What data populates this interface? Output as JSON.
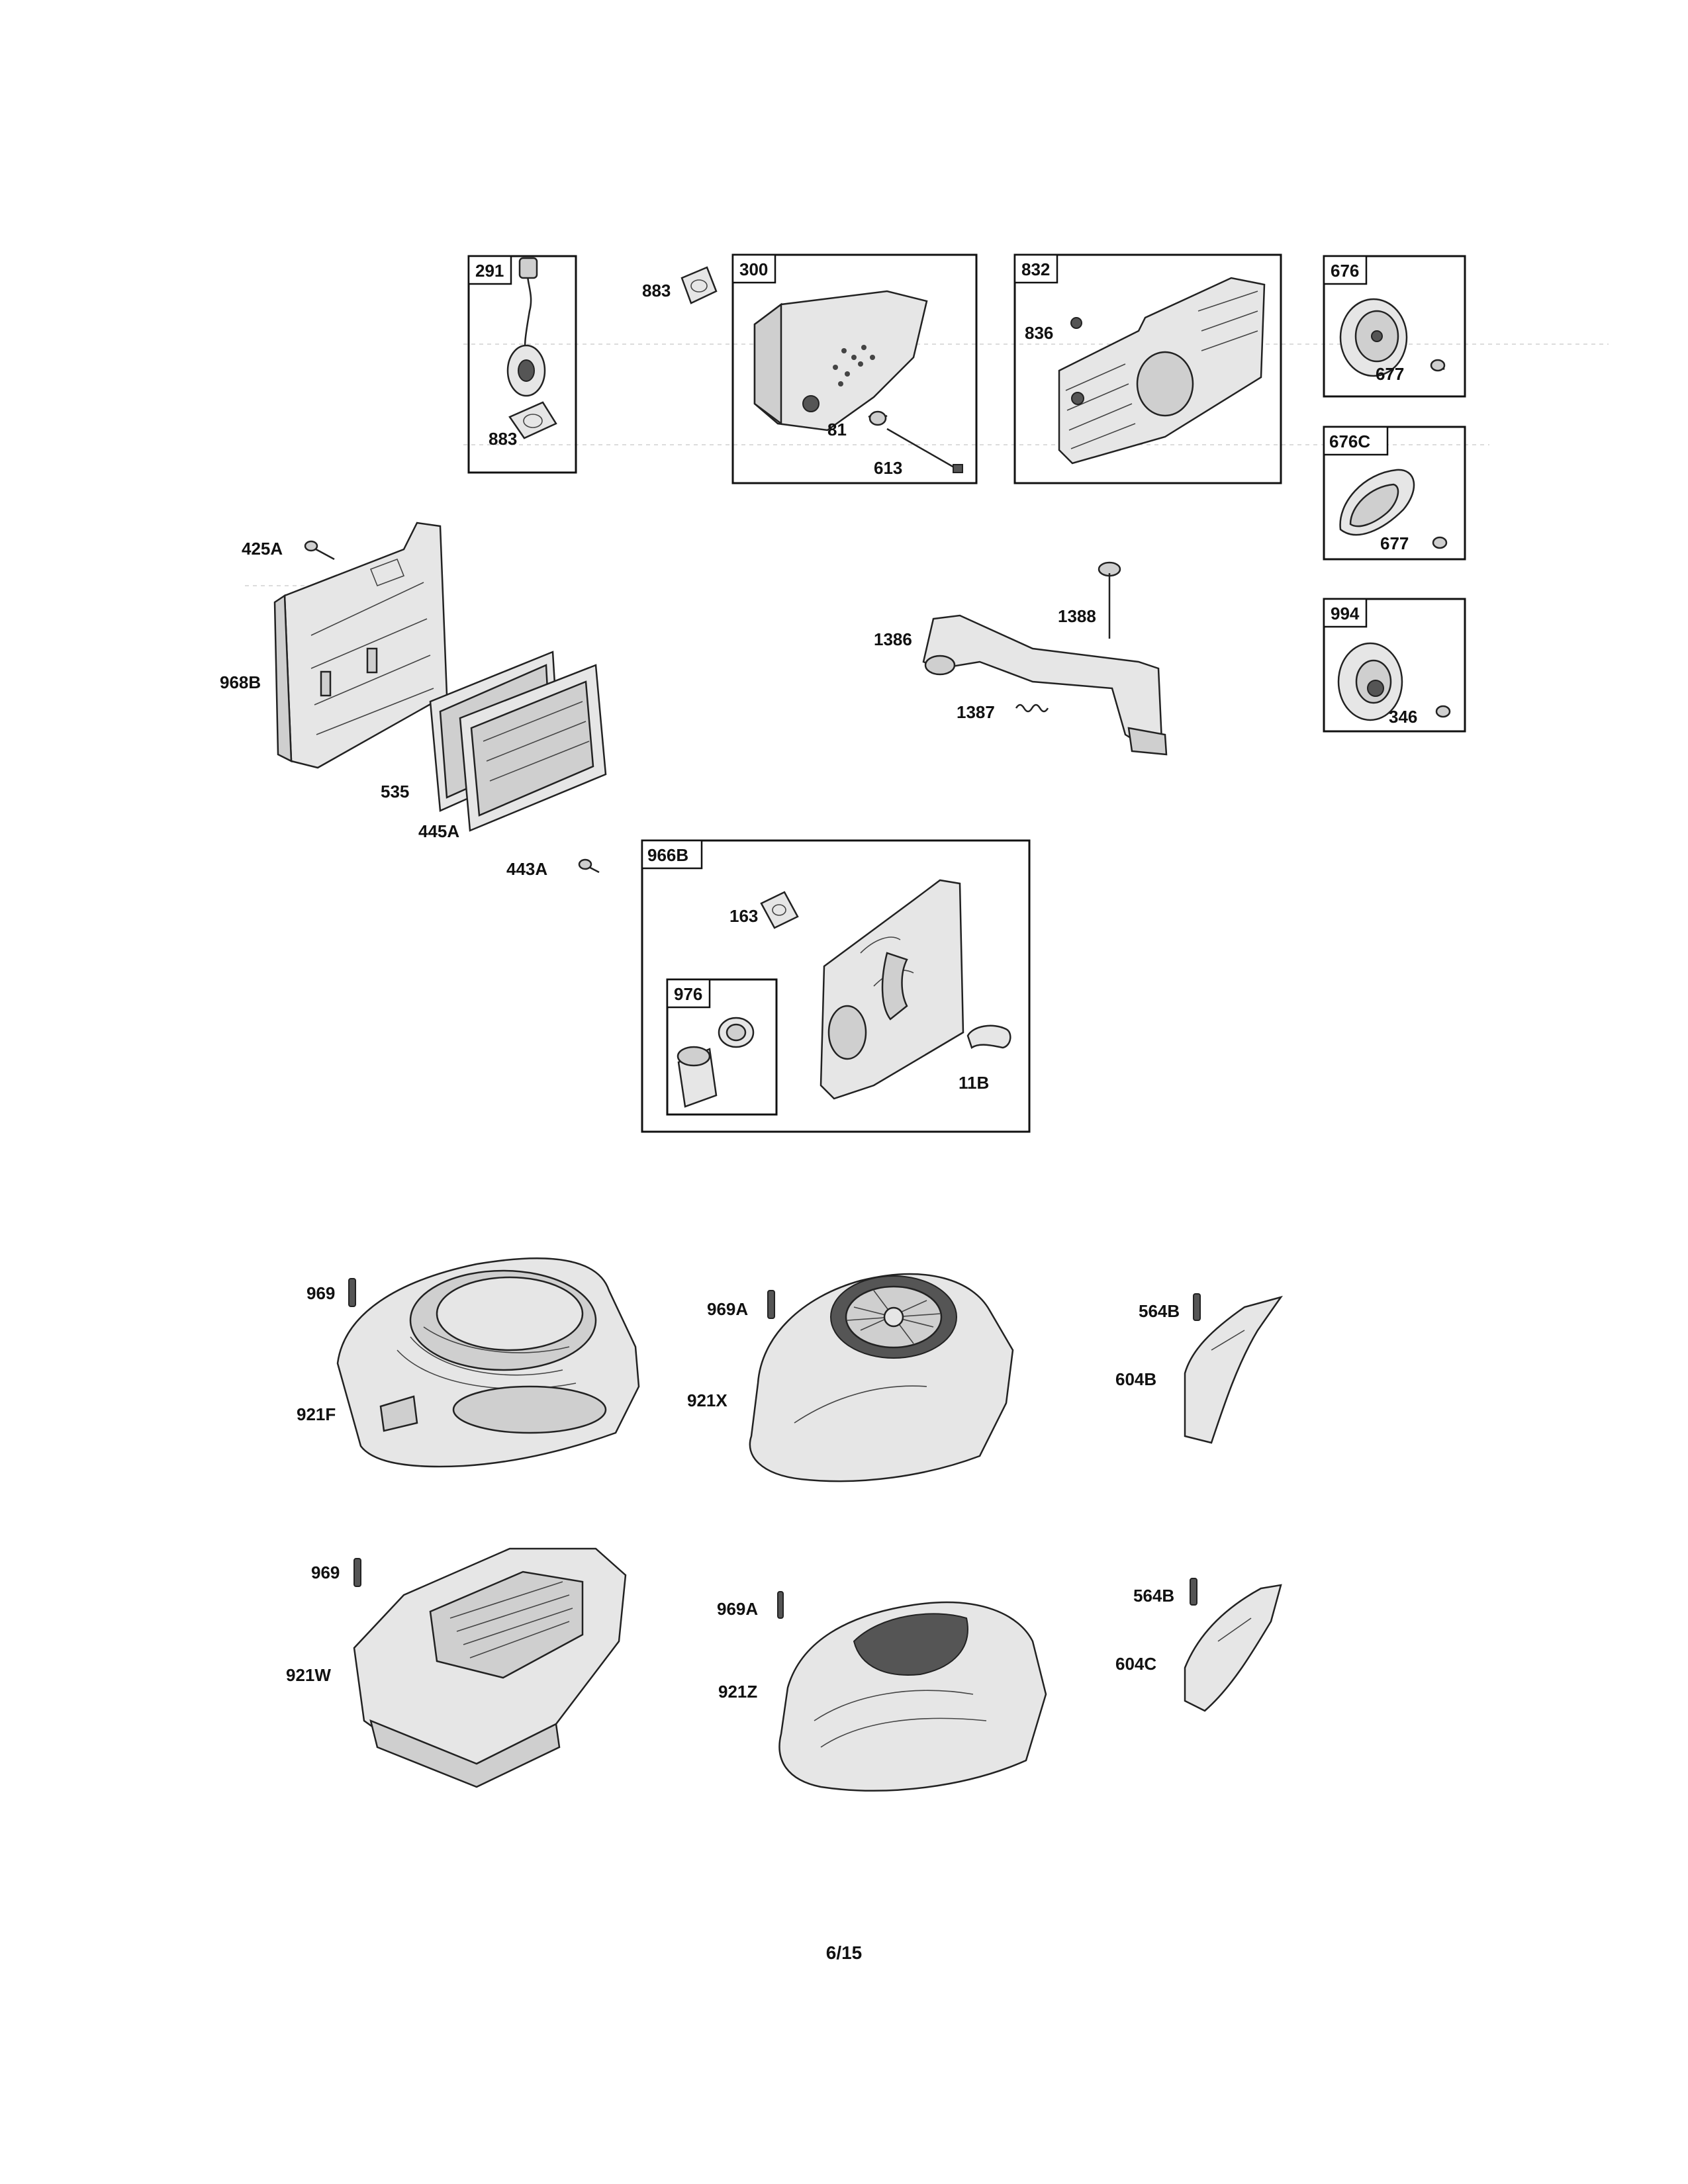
{
  "boxes": {
    "b291": "291",
    "b300": "300",
    "b832": "832",
    "b676": "676",
    "b676c": "676C",
    "b994": "994",
    "b966b": "966B",
    "b976": "976"
  },
  "labels": {
    "l883a": "883",
    "l883b": "883",
    "l81": "81",
    "l613": "613",
    "l836": "836",
    "l677a": "677",
    "l677b": "677",
    "l346": "346",
    "l425a": "425A",
    "l968b": "968B",
    "l535": "535",
    "l445a": "445A",
    "l443a": "443A",
    "l1388": "1388",
    "l1386": "1386",
    "l1387": "1387",
    "l163": "163",
    "l11b": "11B",
    "l969a": "969",
    "l921f": "921F",
    "l969a2": "969A",
    "l921x": "921X",
    "l564b": "564B",
    "l604b": "604B",
    "l969b": "969",
    "l921w": "921W",
    "l969a3": "969A",
    "l921z": "921Z",
    "l564b2": "564B",
    "l604c": "604C"
  },
  "page_number": "6/15"
}
